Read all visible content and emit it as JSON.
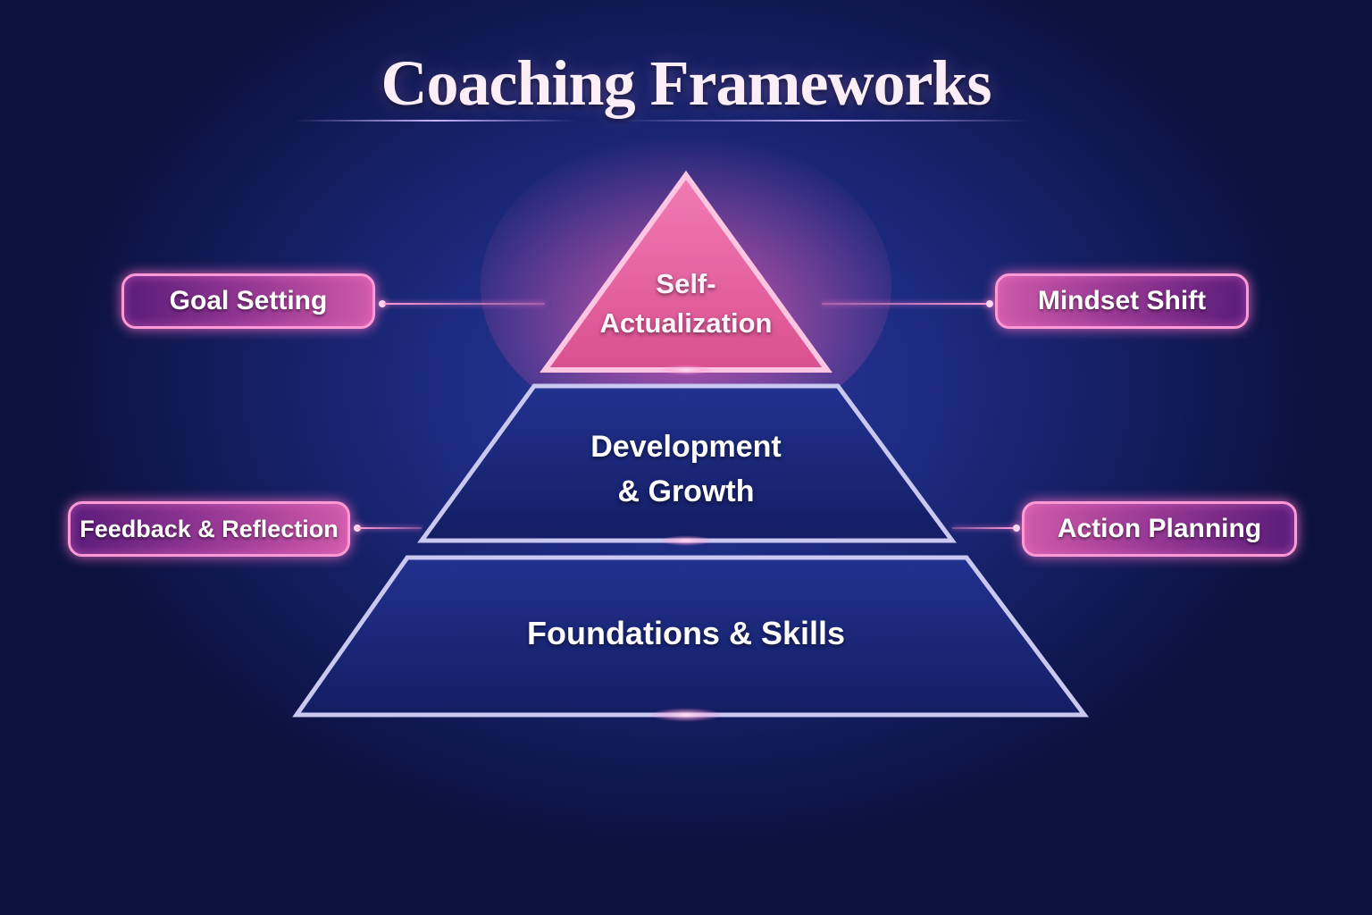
{
  "title": "Coaching Frameworks",
  "pyramid": {
    "tiers": [
      {
        "label_line1": "Self-",
        "label_line2": "Actualization",
        "color": "#e8609e"
      },
      {
        "label_line1": "Development",
        "label_line2": "& Growth",
        "color": "#1a257a"
      },
      {
        "label_line1": "Foundations & Skills",
        "color": "#1a257a"
      }
    ]
  },
  "side_labels": {
    "top_left": "Goal Setting",
    "top_right": "Mindset Shift",
    "mid_left": "Feedback & Reflection",
    "mid_right": "Action Planning"
  },
  "colors": {
    "background": "#131c5c",
    "accent_pink": "#ff9ad6",
    "tier_border": "#c8c8f0"
  }
}
